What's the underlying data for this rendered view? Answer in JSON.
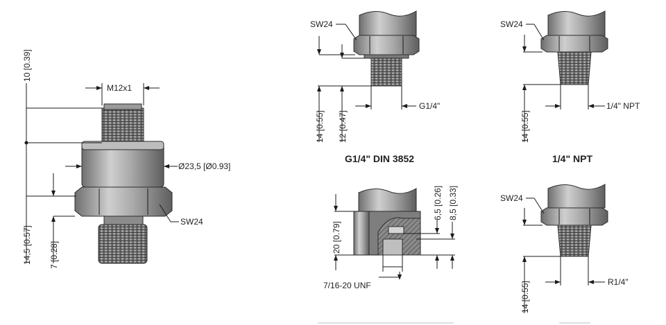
{
  "colors": {
    "metal_light": "#c4c4c4",
    "metal_mid": "#9b9b9b",
    "metal_dark": "#666666",
    "line": "#1a1a1a",
    "background": "#ffffff"
  },
  "main_view": {
    "thread_label": "M12x1",
    "diameter_label": "Ø23,5 [Ø0.93]",
    "wrench_label": "SW24",
    "dim_top": "10 [0.39]",
    "dim_mid": "14,5 [0.57]",
    "dim_bottom": "7 [0.28]"
  },
  "din_view": {
    "wrench_label": "SW24",
    "thread_label": "G1/4\"",
    "dim_outer": "14 [0.55]",
    "dim_inner": "12 [0.47]",
    "caption": "G1/4\" DIN 3852"
  },
  "npt_view": {
    "wrench_label": "SW24",
    "thread_label": "1/4\" NPT",
    "dim": "14 [0.55]",
    "caption": "1/4\" NPT"
  },
  "unf_view": {
    "thread_label": "7/16-20 UNF",
    "dim_height": "20 [0.79]",
    "dim_a": "6,5 [0.26]",
    "dim_b": "8,5 [0.33]"
  },
  "r_view": {
    "wrench_label": "SW24",
    "thread_label": "R1/4\"",
    "dim": "14 [0.55]"
  }
}
